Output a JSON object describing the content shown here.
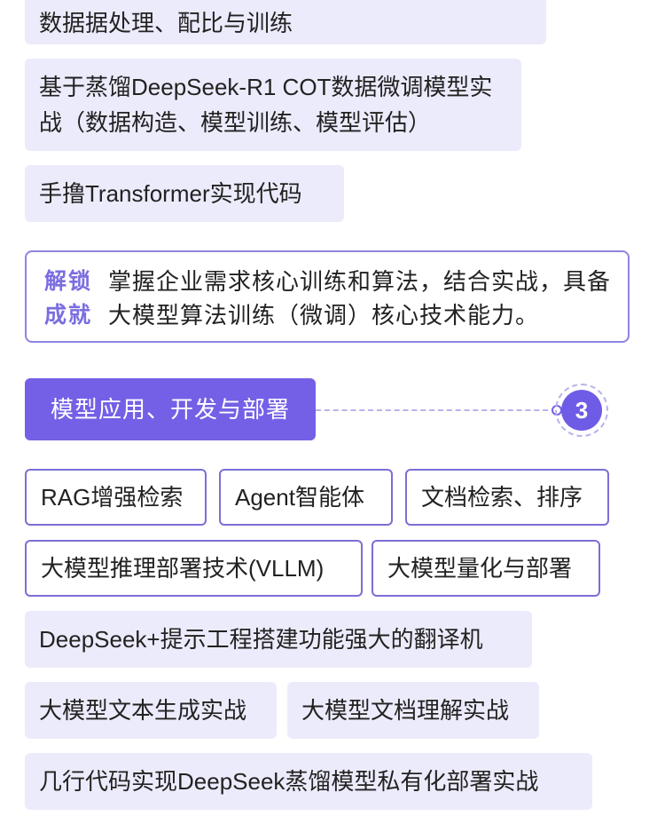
{
  "section2": {
    "items": [
      "数据据处理、配比与训练",
      "基于蒸馏DeepSeek-R1 COT数据微调模型实战（数据构造、模型训练、模型评估）",
      "手撸Transformer实现代码"
    ],
    "unlock": {
      "label": "解锁成就",
      "text": "掌握企业需求核心训练和算法，结合实战，具备大模型算法训练（微调）核心技术能力。"
    }
  },
  "section3": {
    "title": "模型应用、开发与部署",
    "number": "3",
    "outline_items": [
      "RAG增强检索",
      "Agent智能体",
      "文档检索、排序",
      "大模型推理部署技术(VLLM)",
      "大模型量化与部署"
    ],
    "items": [
      "DeepSeek+提示工程搭建功能强大的翻译机",
      "大模型文本生成实战",
      "大模型文档理解实战",
      "几行代码实现DeepSeek蒸馏模型私有化部署实战"
    ]
  },
  "colors": {
    "accent": "#7460e6",
    "tag_bg": "#ecebfb",
    "outline": "#7b6fd6",
    "label": "#7a6ee0"
  }
}
